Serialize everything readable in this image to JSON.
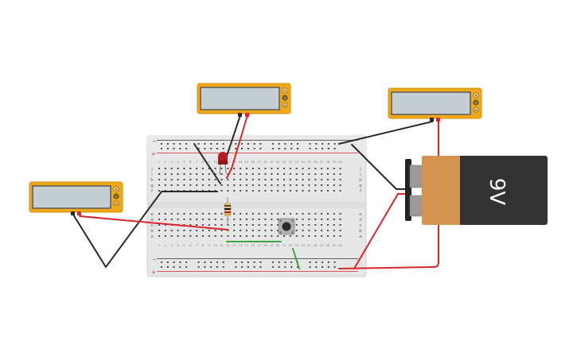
{
  "canvas": {
    "background": "#ffffff"
  },
  "multimeters": [
    {
      "id": "left",
      "modes": [
        "A",
        "V",
        "Ω"
      ],
      "active_mode": "V"
    },
    {
      "id": "top",
      "modes": [
        "A",
        "V",
        "Ω"
      ],
      "active_mode": "V"
    },
    {
      "id": "right",
      "modes": [
        "A",
        "V",
        "Ω"
      ],
      "active_mode": "V"
    }
  ],
  "breadboard": {
    "columns": 30,
    "rows_top": [
      "j",
      "i",
      "h",
      "g",
      "f"
    ],
    "rows_bottom": [
      "e",
      "d",
      "c",
      "b",
      "a"
    ],
    "rail_minus": "−",
    "rail_plus": "+"
  },
  "battery": {
    "label": "9V"
  },
  "components": {
    "led": "red-led",
    "resistor": "resistor",
    "pushbutton": "pushbutton"
  },
  "colors": {
    "meter_body": "#f0a81b",
    "meter_screen": "#c5ced3",
    "wire_black": "#2a2a2a",
    "wire_red": "#d8262a",
    "wire_green": "#3aa83a",
    "battery_body": "#333333",
    "battery_band": "#d4934e"
  }
}
